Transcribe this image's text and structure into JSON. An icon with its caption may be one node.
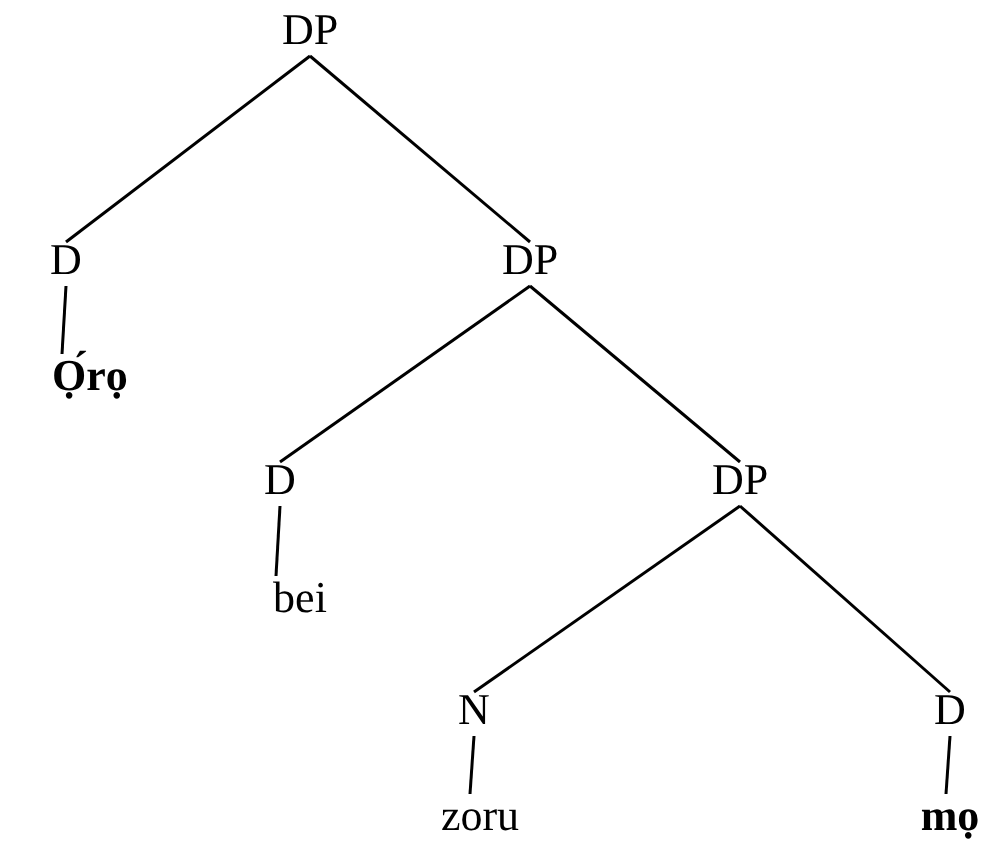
{
  "diagram": {
    "nodes": [
      {
        "text": [
          "DP"
        ]
      },
      {
        "text": [
          "D"
        ]
      },
      {
        "text": [
          "DP"
        ]
      },
      {
        "text": [
          "Ọ́rọ"
        ]
      },
      {
        "text": [
          "D"
        ]
      },
      {
        "text": [
          "DP"
        ]
      },
      {
        "text": [
          "bei"
        ]
      },
      {
        "text": [
          "N"
        ]
      },
      {
        "text": [
          "D"
        ]
      },
      {
        "text": [
          "zoru"
        ]
      },
      {
        "text": [
          "mọ"
        ]
      }
    ],
    "edges": [
      {
        "from": 0,
        "to": 1,
        "arrow": "none"
      },
      {
        "from": 0,
        "to": 2,
        "arrow": "none"
      },
      {
        "from": 1,
        "to": 3,
        "arrow": "none"
      },
      {
        "from": 2,
        "to": 4,
        "arrow": "none"
      },
      {
        "from": 2,
        "to": 5,
        "arrow": "none"
      },
      {
        "from": 4,
        "to": 6,
        "arrow": "none"
      },
      {
        "from": 5,
        "to": 7,
        "arrow": "none"
      },
      {
        "from": 5,
        "to": 8,
        "arrow": "none"
      },
      {
        "from": 7,
        "to": 9,
        "arrow": "none"
      },
      {
        "from": 8,
        "to": 10,
        "arrow": "none"
      }
    ]
  }
}
